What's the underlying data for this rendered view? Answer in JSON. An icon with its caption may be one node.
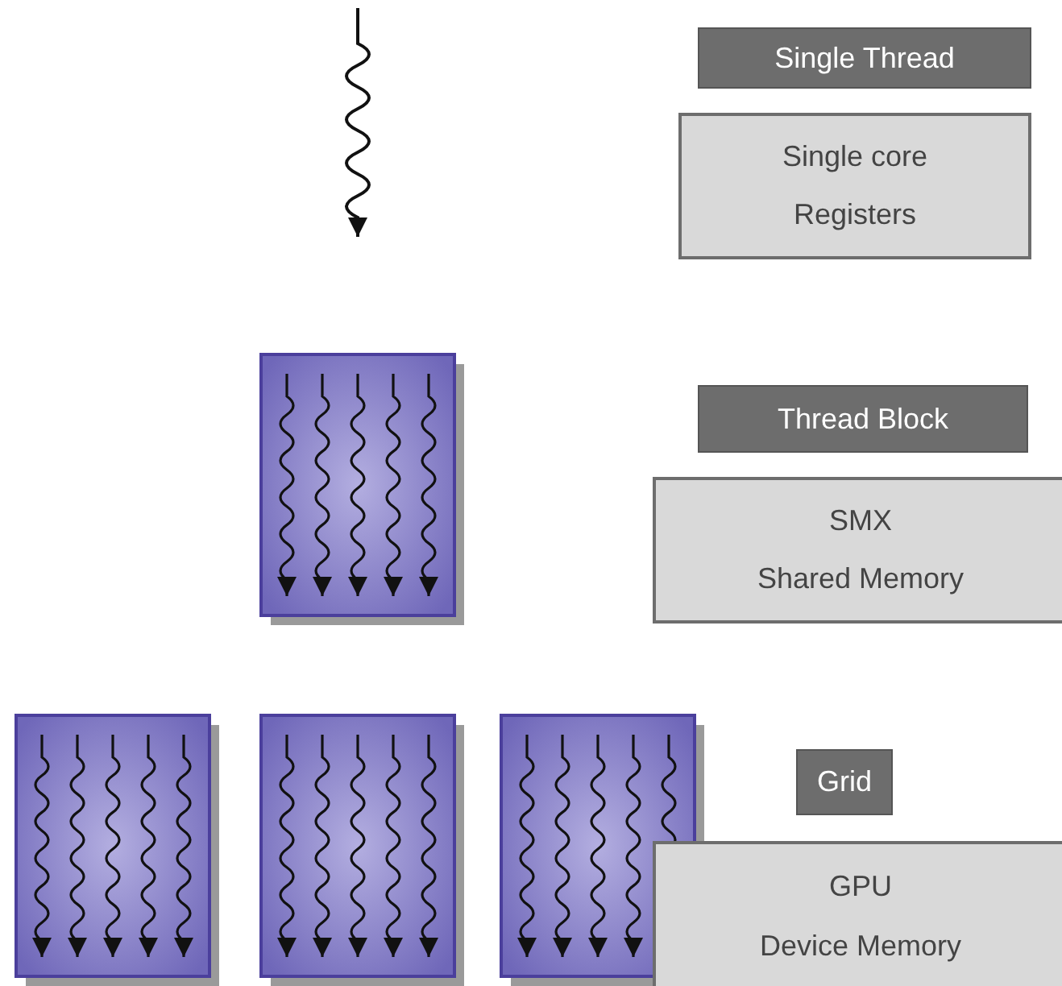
{
  "diagram": {
    "nodes": [
      {
        "text": [
          "Single Thread"
        ]
      },
      {
        "text": [
          "Single core",
          "Registers"
        ]
      },
      {
        "text": [
          "Thread Block"
        ]
      },
      {
        "text": [
          "SMX",
          "Shared Memory"
        ]
      },
      {
        "text": [
          "Grid"
        ]
      },
      {
        "text": [
          "GPU",
          "Device Memory"
        ]
      }
    ]
  }
}
